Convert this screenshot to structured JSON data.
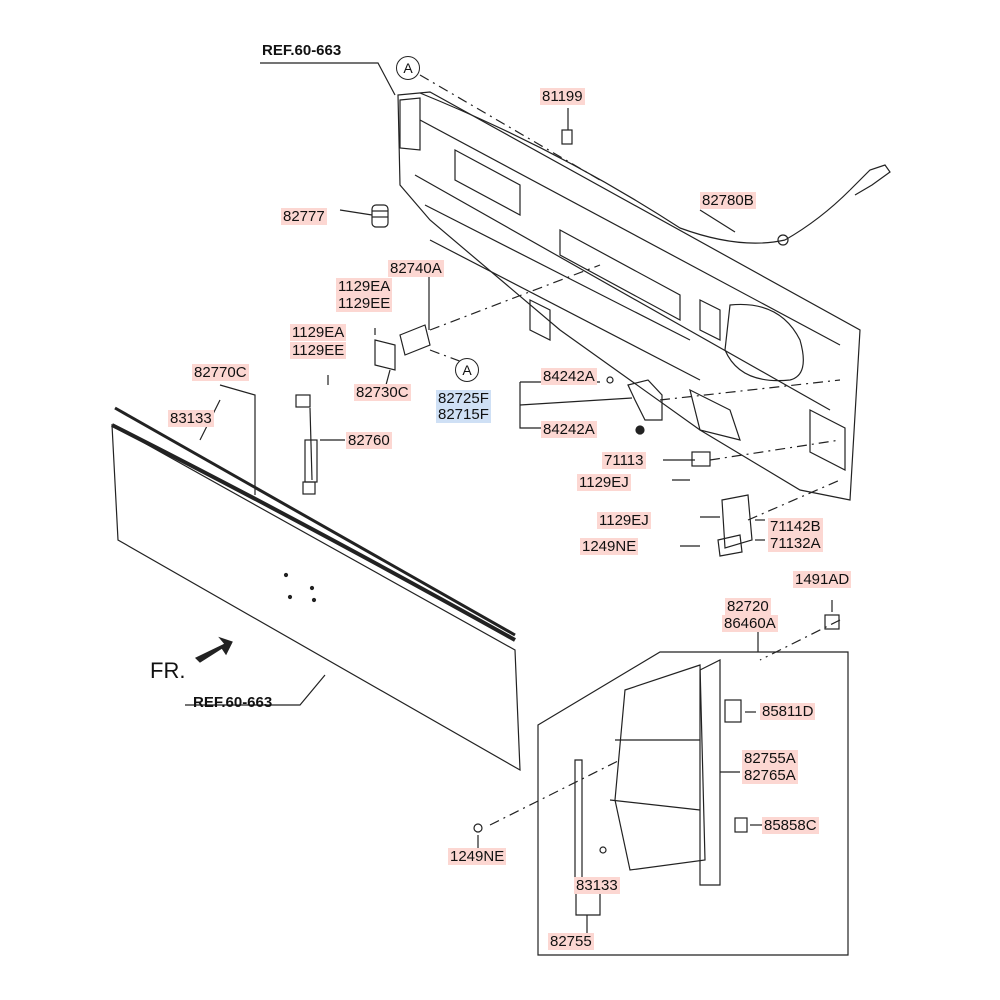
{
  "references": {
    "ref_top": "REF.60-663",
    "ref_bottom": "REF.60-663",
    "front_marker": "FR."
  },
  "callouts": {
    "a_top": "A",
    "a_mid": "A"
  },
  "parts": {
    "p81199": "81199",
    "p82777": "82777",
    "p82780B": "82780B",
    "p82740A": "82740A",
    "p1129EA_1": "1129EA",
    "p1129EE_1": "1129EE",
    "p1129EA_2": "1129EA",
    "p1129EE_2": "1129EE",
    "p82730C": "82730C",
    "p82770C": "82770C",
    "p83133_1": "83133",
    "p82760": "82760",
    "p84242A_1": "84242A",
    "p82725F": "82725F",
    "p82715F": "82715F",
    "p84242A_2": "84242A",
    "p71113": "71113",
    "p1129EJ_1": "1129EJ",
    "p1129EJ_2": "1129EJ",
    "p71142B": "71142B",
    "p71132A": "71132A",
    "p1249NE_1": "1249NE",
    "p1491AD": "1491AD",
    "p82720": "82720",
    "p86460A": "86460A",
    "p85811D": "85811D",
    "p82755A": "82755A",
    "p82765A": "82765A",
    "p85858C": "85858C",
    "p1249NE_2": "1249NE",
    "p83133_2": "83133",
    "p82755": "82755"
  }
}
